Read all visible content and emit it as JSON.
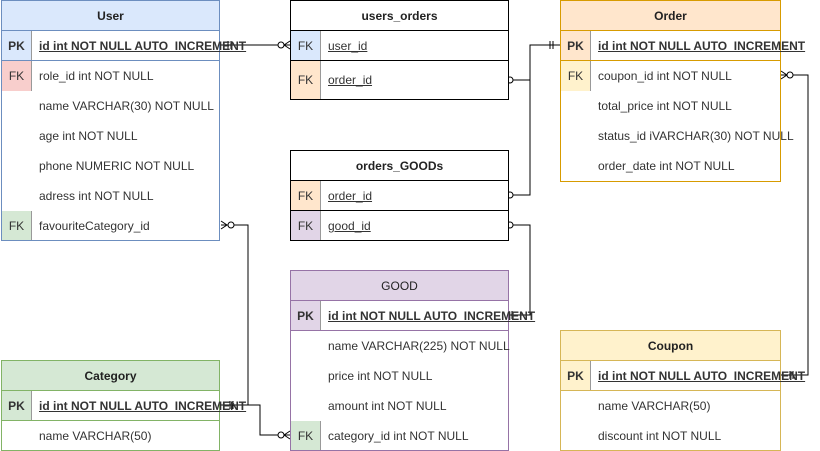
{
  "colors": {
    "user": {
      "fill": "#dae8fc",
      "border": "#6c8ebf"
    },
    "order": {
      "fill": "#ffe6cc",
      "border": "#d79b00"
    },
    "good": {
      "fill": "#e1d5e7",
      "border": "#9673a6"
    },
    "category": {
      "fill": "#d5e8d4",
      "border": "#82b366"
    },
    "coupon": {
      "fill": "#fff2cc",
      "border": "#d6b656"
    },
    "pk_user": "#dae8fc",
    "fk_red": "#f8cecc",
    "fk_orange": "#ffe6cc",
    "fk_purple": "#e1d5e7",
    "fk_green": "#d5e8d4",
    "fk_yellow": "#fff2cc"
  },
  "tables": {
    "user": {
      "title": "User",
      "rows": [
        {
          "key": "PK",
          "field": "id int NOT NULL AUTO_INCREMENT"
        },
        {
          "key": "FK",
          "field": "role_id int NOT NULL"
        },
        {
          "key": "",
          "field": "name VARCHAR(30) NOT NULL"
        },
        {
          "key": "",
          "field": "age int NOT NULL"
        },
        {
          "key": "",
          "field": "phone NUMERIC NOT NULL"
        },
        {
          "key": "",
          "field": "adress int NOT NULL"
        },
        {
          "key": "FK",
          "field": "favouriteCategory_id"
        }
      ]
    },
    "users_orders": {
      "title": "users_orders",
      "rows": [
        {
          "key": "FK",
          "field": "user_id"
        },
        {
          "key": "FK",
          "field": "order_id"
        }
      ]
    },
    "order": {
      "title": "Order",
      "rows": [
        {
          "key": "PK",
          "field": "id int NOT NULL AUTO_INCREMENT"
        },
        {
          "key": "FK",
          "field": "coupon_id int NOT NULL"
        },
        {
          "key": "",
          "field": "total_price int NOT NULL"
        },
        {
          "key": "",
          "field": "status_id iVARCHAR(30) NOT NULL"
        },
        {
          "key": "",
          "field": "order_date int NOT NULL"
        }
      ]
    },
    "orders_goods": {
      "title": "orders_GOODs",
      "rows": [
        {
          "key": "FK",
          "field": "order_id"
        },
        {
          "key": "FK",
          "field": "good_id"
        }
      ]
    },
    "good": {
      "title": "GOOD",
      "rows": [
        {
          "key": "PK",
          "field": "id int NOT NULL AUTO_INCREMENT"
        },
        {
          "key": "",
          "field": "name VARCHAR(225) NOT NULL"
        },
        {
          "key": "",
          "field": "price int NOT NULL"
        },
        {
          "key": "",
          "field": "amount int NOT NULL"
        },
        {
          "key": "FK",
          "field": "category_id int NOT NULL"
        }
      ]
    },
    "category": {
      "title": "Category",
      "rows": [
        {
          "key": "PK",
          "field": "id int NOT NULL AUTO_INCREMENT"
        },
        {
          "key": "",
          "field": "name VARCHAR(50)"
        }
      ]
    },
    "coupon": {
      "title": "Coupon",
      "rows": [
        {
          "key": "PK",
          "field": "id int NOT NULL AUTO_INCREMENT"
        },
        {
          "key": "",
          "field": "name VARCHAR(50)"
        },
        {
          "key": "",
          "field": "discount int NOT NULL"
        }
      ]
    }
  }
}
